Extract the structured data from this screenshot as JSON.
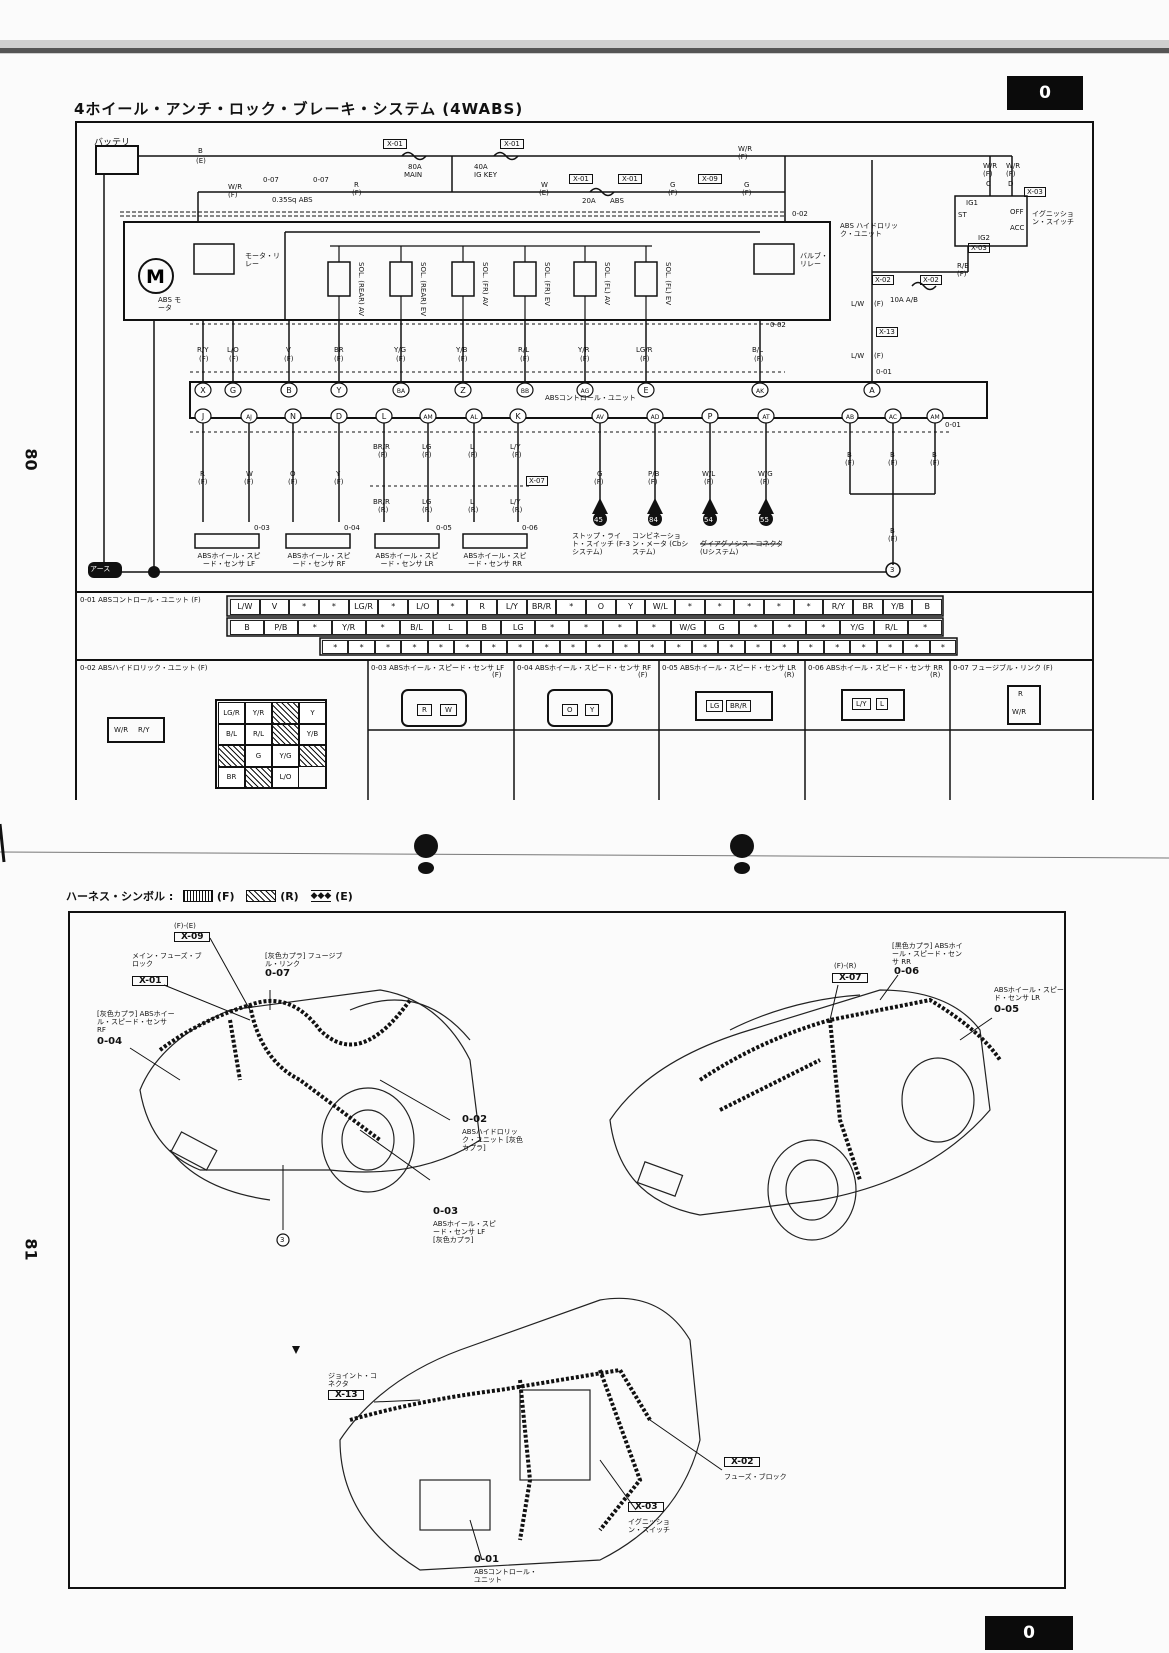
{
  "header": {
    "title": "4ホイール・アンチ・ロック・ブレーキ・システム (4WABS)",
    "section_tab": "0",
    "page_left": "80",
    "page_right": "81"
  },
  "circuit": {
    "battery": "バッテリ",
    "earth": "アース",
    "wires_top": {
      "b_e": "B",
      "b_e_ref": "(E)",
      "wr_f": "W/R",
      "wr_f_ref": "(F)",
      "r_f": "R",
      "r_f_ref": "(F)",
      "w_e": "W",
      "w_e_ref": "(E)",
      "g_f": "G",
      "g_f_ref": "(F)",
      "o07a": "0-07",
      "o07b": "0-07",
      "sq": "0.35Sq ABS"
    },
    "fuses": [
      {
        "code": "X-01",
        "amp": "80A",
        "name": "MAIN"
      },
      {
        "code": "X-01",
        "amp": "40A",
        "name": "IG KEY"
      },
      {
        "code": "X-01",
        "amp": "20A",
        "name": "ABS"
      },
      {
        "code": "X-01",
        "amp": "",
        "name": ""
      },
      {
        "code": "X-09",
        "amp": "",
        "name": ""
      }
    ],
    "ignition": {
      "label": "イグニッション・スイッチ",
      "code": "X-03",
      "wires": [
        "W/R",
        "W/R"
      ],
      "refs": [
        "(F)",
        "(F)"
      ],
      "terms": [
        "C",
        "D"
      ],
      "contacts": [
        "IG1",
        "ST",
        "OFF",
        "ACC",
        "IG2"
      ],
      "rb": "R/B",
      "rb_ref": "(F)",
      "code2": "X-03"
    },
    "ab_fuse": {
      "codes": [
        "X-02",
        "X-02"
      ],
      "label": "10A A/B",
      "wire": "L/W",
      "wire_ref": "(F)",
      "code": "X-13",
      "wire2": "L/W",
      "wire2_ref": "(F)",
      "conn": "0-01"
    },
    "hu": {
      "label": "ABS ハイドロリック・ユニット",
      "motor": "ABS モータ",
      "motor_relay": "モータ・リレー",
      "valve_relay": "バルブ・リレー",
      "conn_a": "0-02",
      "conn_b": "0-02",
      "solenoids": [
        "SOL. (REAR) AV",
        "SOL. (REAR) EV",
        "SOL. (FR) AV",
        "SOL. (FR) EV",
        "SOL. (FL) AV",
        "SOL. (FL) EV"
      ]
    },
    "cu_wires": [
      "R/Y",
      "L/O",
      "V",
      "BR",
      "Y/G",
      "Y/B",
      "R/L",
      "Y/R",
      "LG/R",
      "B/L",
      "L/W"
    ],
    "cu_refs": [
      "(F)",
      "(F)",
      "(F)",
      "(F)",
      "(F)",
      "(F)",
      "(F)",
      "(F)",
      "(F)",
      "(F)",
      "(F)"
    ],
    "cu_top_pins": [
      "X",
      "G",
      "B",
      "Y",
      "BA",
      "Z",
      "BB",
      "AG",
      "E",
      "AK",
      "A"
    ],
    "cu_label": "ABSコントロール・ユニット",
    "cu_bottom_pins": [
      "J",
      "AJ",
      "N",
      "D",
      "L",
      "AM",
      "AL",
      "K",
      "AV",
      "AD",
      "P",
      "AT",
      "AB",
      "AC",
      "AM"
    ],
    "cu_bottom_conn": "0-01",
    "sensor_wires": [
      "R",
      "W",
      "O",
      "Y",
      "BR/R",
      "LG",
      "L",
      "L/Y"
    ],
    "sensor_refs": [
      "(F)",
      "(F)",
      "(F)",
      "(F)",
      "(F)",
      "(F)",
      "(F)",
      "(F)"
    ],
    "sensor_wires2": [
      "BR/R",
      "LG",
      "L",
      "L/Y"
    ],
    "sensor_refs2": [
      "(R)",
      "(R)",
      "(R)",
      "(R)"
    ],
    "x07": "X-07",
    "sensors": [
      {
        "conn": "0-03",
        "label": "ABSホイール・スピード・センサ LF"
      },
      {
        "conn": "0-04",
        "label": "ABSホイール・スピード・センサ RF"
      },
      {
        "conn": "0-05",
        "label": "ABSホイール・スピード・センサ LR"
      },
      {
        "conn": "0-06",
        "label": "ABSホイール・スピード・センサ RR"
      }
    ],
    "outputs": [
      {
        "wire": "G",
        "ref": "(F)",
        "pin": "45",
        "label": "ストップ・ライト・スイッチ (F-3システム)"
      },
      {
        "wire": "P/B",
        "ref": "(F)",
        "pin": "84",
        "label": "コンビネーション・メータ (Cbシステム)"
      },
      {
        "wire": "W/L",
        "ref": "(F)",
        "pin": "54",
        "label": "ダイアグノシス・コネクタ (Uシステム)"
      },
      {
        "wire": "W/G",
        "ref": "(F)",
        "pin": "55",
        "label": ""
      }
    ],
    "ground_wires": [
      "B",
      "B",
      "B",
      "B"
    ],
    "ground_refs": [
      "(F)",
      "(F)",
      "(F)",
      "(F)"
    ],
    "ground_num": "3"
  },
  "connector_0_01": {
    "title": "0-01 ABSコントロール・ユニット (F)",
    "row1": [
      "L/W",
      "V",
      "*",
      "*",
      "LG/R",
      "*",
      "L/O",
      "*",
      "R",
      "L/Y",
      "BR/R",
      "*",
      "O",
      "Y",
      "W/L",
      "*",
      "*",
      "*",
      "*",
      "*",
      "R/Y",
      "BR",
      "Y/B",
      "B"
    ],
    "row2": [
      "B",
      "P/B",
      "*",
      "Y/R",
      "*",
      "B/L",
      "L",
      "B",
      "LG",
      "*",
      "*",
      "*",
      "*",
      "W/G",
      "G",
      "*",
      "*",
      "*",
      "Y/G",
      "R/L",
      "*"
    ],
    "row3": [
      "*",
      "*",
      "*",
      "*",
      "*",
      "*",
      "*",
      "*",
      "*",
      "*",
      "*",
      "*",
      "*",
      "*",
      "*",
      "*",
      "*",
      "*",
      "*",
      "*",
      "*",
      "*",
      "*",
      "*"
    ]
  },
  "connectors": {
    "c02": {
      "title": "0-02 ABSハイドロリック・ユニット (F)",
      "small": [
        "W/R",
        "R/Y"
      ],
      "grid": [
        "LG/R",
        "Y/R",
        "",
        "Y",
        "B/L",
        "R/L",
        "",
        "Y/B",
        "",
        "G",
        "Y/G",
        "",
        "BR",
        "",
        "L/O"
      ]
    },
    "c03": {
      "title": "0-03 ABSホイール・スピード・センサ LF",
      "ref": "(F)",
      "pins": [
        "R",
        "W"
      ]
    },
    "c04": {
      "title": "0-04 ABSホイール・スピード・センサ RF",
      "ref": "(F)",
      "pins": [
        "O",
        "Y"
      ]
    },
    "c05": {
      "title": "0-05 ABSホイール・スピード・センサ LR",
      "ref": "(R)",
      "pins": [
        "LG",
        "BR/R"
      ]
    },
    "c06": {
      "title": "0-06 ABSホイール・スピード・センサ RR",
      "ref": "(R)",
      "pins": [
        "L/Y",
        "L"
      ]
    },
    "c07": {
      "title": "0-07 フュージブル・リンク (F)",
      "pins": [
        "R",
        "W/R"
      ]
    }
  },
  "legend": {
    "label": "ハーネス・シンボル :",
    "f": "(F)",
    "r": "(R)",
    "e": "(E)"
  },
  "layout": {
    "front_car": {
      "x09": "X-09",
      "x09_ref": "(F)-(E)",
      "fuse_block": "メイン・フューズ・ブロック",
      "x01": "X-01",
      "link_note": "[灰色カプラ] フュージブル・リンク",
      "o07": "0-07",
      "rf_note": "[灰色カプラ] ABSホイール・スピード・センサ RF",
      "o04": "0-04",
      "o02": "0-02",
      "o02_note": "ABSハイドロリック・ユニット [灰色カプラ]",
      "o03": "0-03",
      "o03_note": "ABSホイール・スピード・センサ LF [灰色カプラ]",
      "ground": "3"
    },
    "rear_car": {
      "x07": "X-07",
      "x07_ref": "(F)-(R)",
      "rr_note": "[黒色カプラ] ABSホイール・スピード・センサ RR",
      "o06": "0-06",
      "lr_note": "ABSホイール・スピード・センサ LR",
      "o05": "0-05"
    },
    "dash": {
      "joint": "ジョイント・コネクタ",
      "x13": "X-13",
      "x02": "X-02",
      "x02_note": "フューズ・ブロック",
      "x03": "X-03",
      "x03_note": "イグニッション・スイッチ",
      "o01": "0-01",
      "o01_note": "ABSコントロール・ユニット"
    }
  }
}
